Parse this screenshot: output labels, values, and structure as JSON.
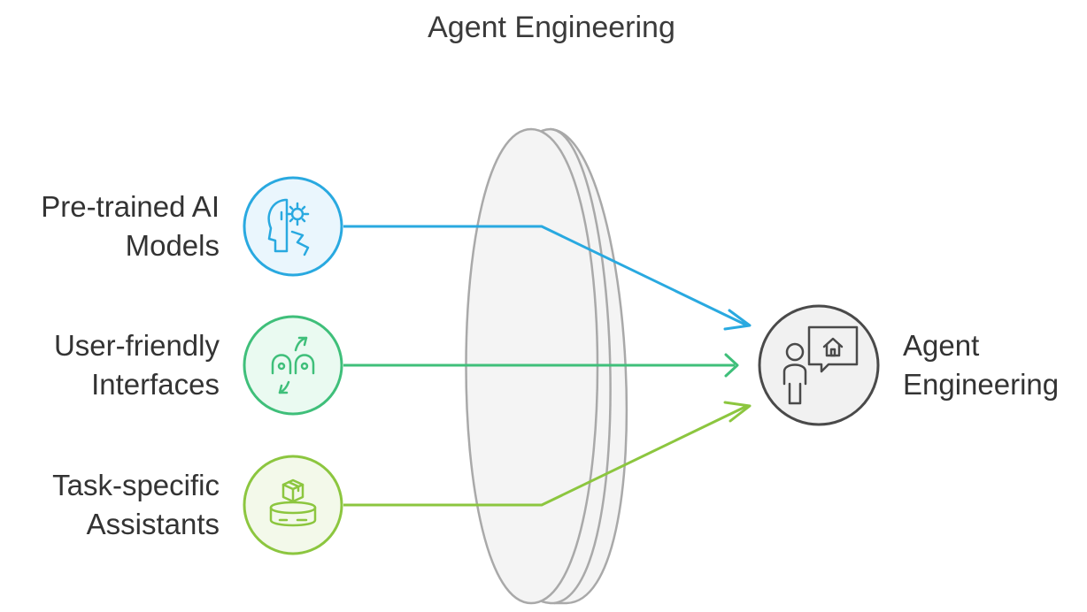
{
  "title": "Agent Engineering",
  "inputs": [
    {
      "line1": "Pre-trained AI",
      "line2": "Models",
      "icon": "ai-head-gear-icon",
      "color": "#29a9e0"
    },
    {
      "line1": "User-friendly",
      "line2": "Interfaces",
      "icon": "user-exchange-icon",
      "color": "#3fbf7a"
    },
    {
      "line1": "Task-specific",
      "line2": "Assistants",
      "icon": "package-delivery-icon",
      "color": "#8cc63f"
    }
  ],
  "output": {
    "line1": "Agent",
    "line2": "Engineering",
    "icon": "person-home-icon",
    "color": "#4a4a4a"
  },
  "lens": {
    "fill": "#f4f4f4",
    "stroke": "#a9a9a9"
  }
}
